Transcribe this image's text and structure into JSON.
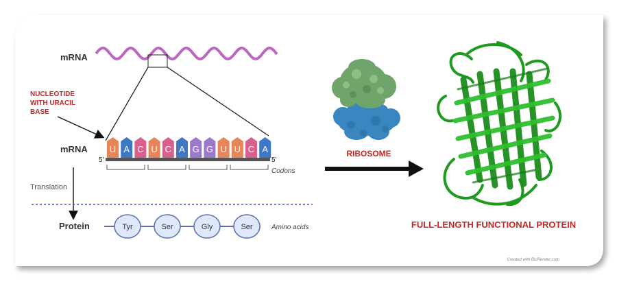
{
  "labels": {
    "mrna_top": "mRNA",
    "nucleotide_line1": "NUCLEOTIDE",
    "nucleotide_line2": "WITH URACIL",
    "nucleotide_line3": "BASE",
    "mrna_strand": "mRNA",
    "five_prime_left": "5'",
    "five_prime_right": "5'",
    "codons": "Codons",
    "translation": "Translation",
    "protein": "Protein",
    "amino_acids": "Amino acids",
    "ribosome": "RIBOSOME",
    "full_length_protein": "FULL-LENGTH FUNCTIONAL PROTEIN",
    "credit": "Created with BioRender.com"
  },
  "nucleotides": [
    {
      "base": "U",
      "color": "#e8845a"
    },
    {
      "base": "A",
      "color": "#3e78c4"
    },
    {
      "base": "C",
      "color": "#d9608c"
    },
    {
      "base": "U",
      "color": "#e8845a"
    },
    {
      "base": "C",
      "color": "#d9608c"
    },
    {
      "base": "A",
      "color": "#3e78c4"
    },
    {
      "base": "G",
      "color": "#9c79cc"
    },
    {
      "base": "G",
      "color": "#9c79cc"
    },
    {
      "base": "U",
      "color": "#e8845a"
    },
    {
      "base": "U",
      "color": "#e8845a"
    },
    {
      "base": "C",
      "color": "#d9608c"
    },
    {
      "base": "A",
      "color": "#3e78c4"
    }
  ],
  "amino_acids": [
    "Tyr",
    "Ser",
    "Gly",
    "Ser"
  ],
  "colors": {
    "mrna_wave": "#b967c0",
    "accent_red": "#c62828",
    "protein_green": "#1f9a1f",
    "ribosome_green": "#6fa56a",
    "ribosome_blue": "#3a86c0",
    "amino_fill": "#dfe8fb",
    "amino_line": "#5a6fb0",
    "dashed_line": "#3b57a8"
  }
}
